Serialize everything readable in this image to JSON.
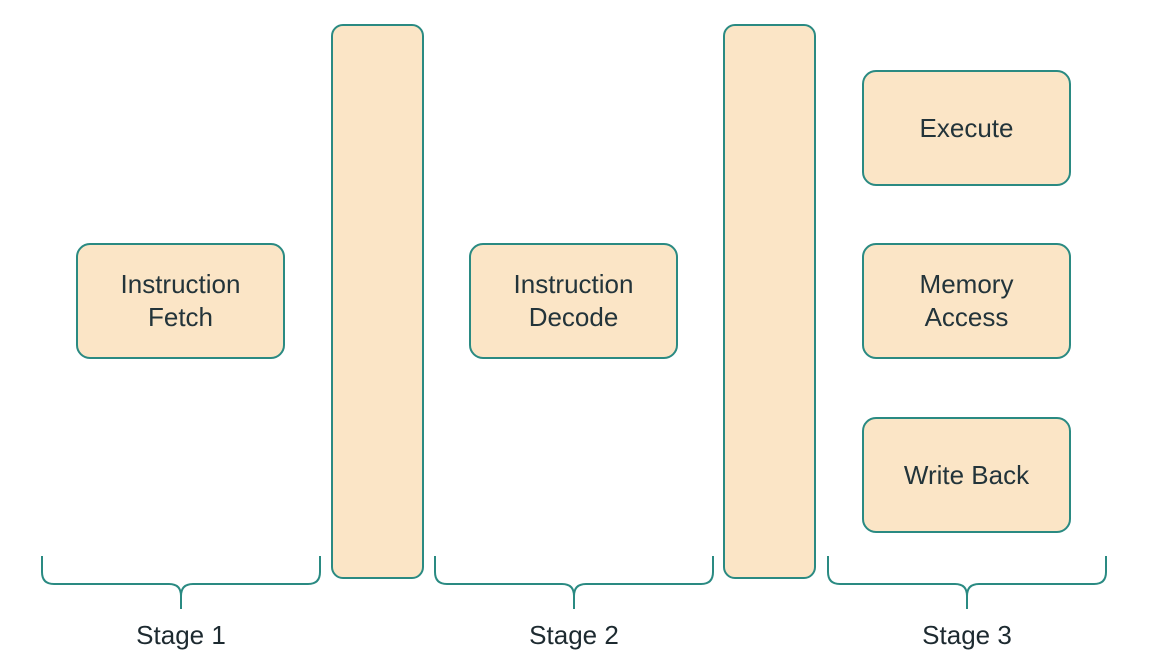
{
  "diagram": {
    "colors": {
      "box_fill": "#fbe5c6",
      "box_stroke": "#2a8a82",
      "brace_stroke": "#2a8a82",
      "text": "#23343a"
    },
    "units": {
      "fetch": {
        "line1": "Instruction",
        "line2": "Fetch"
      },
      "decode": {
        "line1": "Instruction",
        "line2": "Decode"
      },
      "execute": {
        "label": "Execute"
      },
      "memory": {
        "line1": "Memory",
        "line2": "Access"
      },
      "writeback": {
        "label": "Write Back"
      }
    },
    "stages": [
      {
        "label": "Stage 1"
      },
      {
        "label": "Stage 2"
      },
      {
        "label": "Stage 3"
      }
    ]
  }
}
